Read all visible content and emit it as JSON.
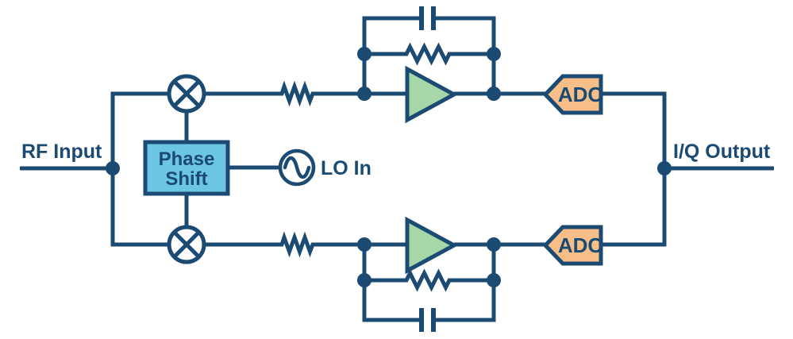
{
  "diagram": {
    "labels": {
      "rf_input": "RF Input",
      "iq_output": "I/Q Output",
      "lo_in": "LO In",
      "phase_shift_line1": "Phase",
      "phase_shift_line2": "Shift",
      "adc_i": "ADC",
      "adc_q": "ADC"
    },
    "colors": {
      "line": "#1B4A73",
      "phase_shift_fill": "#6CC5E2",
      "amplifier_fill": "#A6D7A9",
      "adc_fill": "#F7BE87",
      "background": "#FFFFFF"
    },
    "icons": {
      "mixer": "circle-with-x-mixer-icon",
      "lo_source": "sine-wave-source-icon",
      "resistor": "zigzag-resistor-icon",
      "capacitor": "parallel-plates-capacitor-icon",
      "amplifier": "right-pointing-triangle-amp-icon",
      "adc": "left-pointing-pentagon-tag"
    }
  }
}
